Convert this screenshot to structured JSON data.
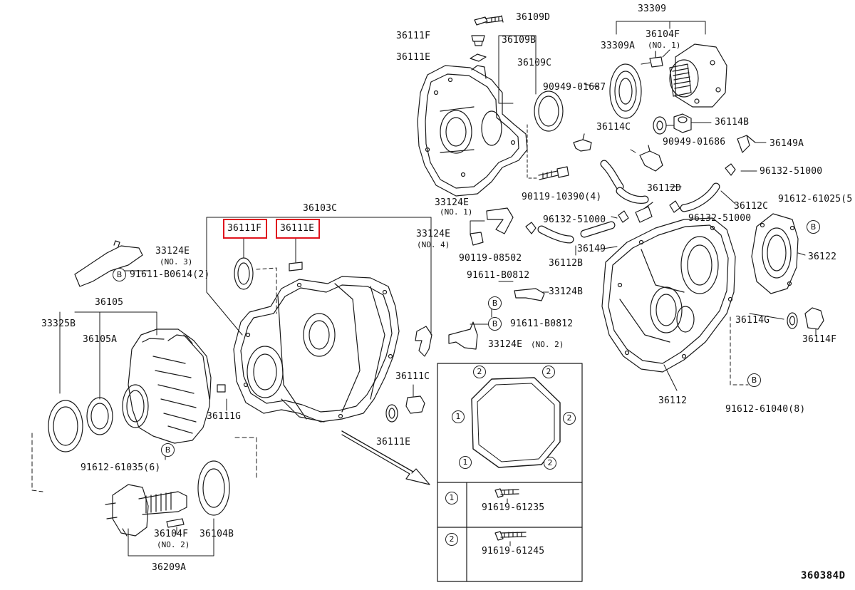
{
  "figure_id": "360384D",
  "parts": {
    "p36109D": "36109D",
    "p36111F_top": "36111F",
    "p36111E_top": "36111E",
    "p36109B": "36109B",
    "p36109C": "36109C",
    "p90949_01687": "90949-01687",
    "p33309": "33309",
    "p33309A": "33309A",
    "p36104F_top": "36104F",
    "no1_a": "(NO. 1)",
    "p36114C": "36114C",
    "p36114B": "36114B",
    "p90949_01686": "90949-01686",
    "p36149A": "36149A",
    "p96132_51000_a": "96132-51000",
    "p36112D": "36112D",
    "p90119_10390": "90119-10390(4)",
    "p33124E_no1": "33124E",
    "no1_b": "(NO. 1)",
    "p36103C": "36103C",
    "p96132_51000_b": "96132-51000",
    "p96132_51000_c": "96132-51000",
    "p36112C": "36112C",
    "p91612_61025": "91612-61025(5",
    "p36111F_red": "36111F",
    "p36111E_red": "36111E",
    "p33124E_no4": "33124E",
    "no4": "(NO. 4)",
    "p90119_08502": "90119-08502",
    "p36149": "36149",
    "p36112B": "36112B",
    "p36122": "36122",
    "p33124E_no3": "33124E",
    "no3": "(NO. 3)",
    "p91611_B0614": "91611-B0614(2)",
    "p91611_B0812_a": "91611-B0812",
    "p33124B": "33124B",
    "p91611_B0812_b": "91611-B0812",
    "p33124E_no2": "33124E",
    "no2_b": "(NO. 2)",
    "p36105": "36105",
    "p33325B": "33325B",
    "p36105A": "36105A",
    "p36114G": "36114G",
    "p36114F": "36114F",
    "p36111C": "36111C",
    "p36111G": "36111G",
    "p36112": "36112",
    "p91612_61040": "91612-61040(8)",
    "p36111E_bottom": "36111E",
    "p91612_61035": "91612-61035(6)",
    "p36104F_bottom": "36104F",
    "no2_a": "(NO. 2)",
    "p36104B": "36104B",
    "p36209A": "36209A",
    "p91619_61235": "91619-61235",
    "p91619_61245": "91619-61245"
  },
  "markers": {
    "B": "B",
    "one": "1",
    "two": "2"
  },
  "highlight_color": "#e0141e"
}
